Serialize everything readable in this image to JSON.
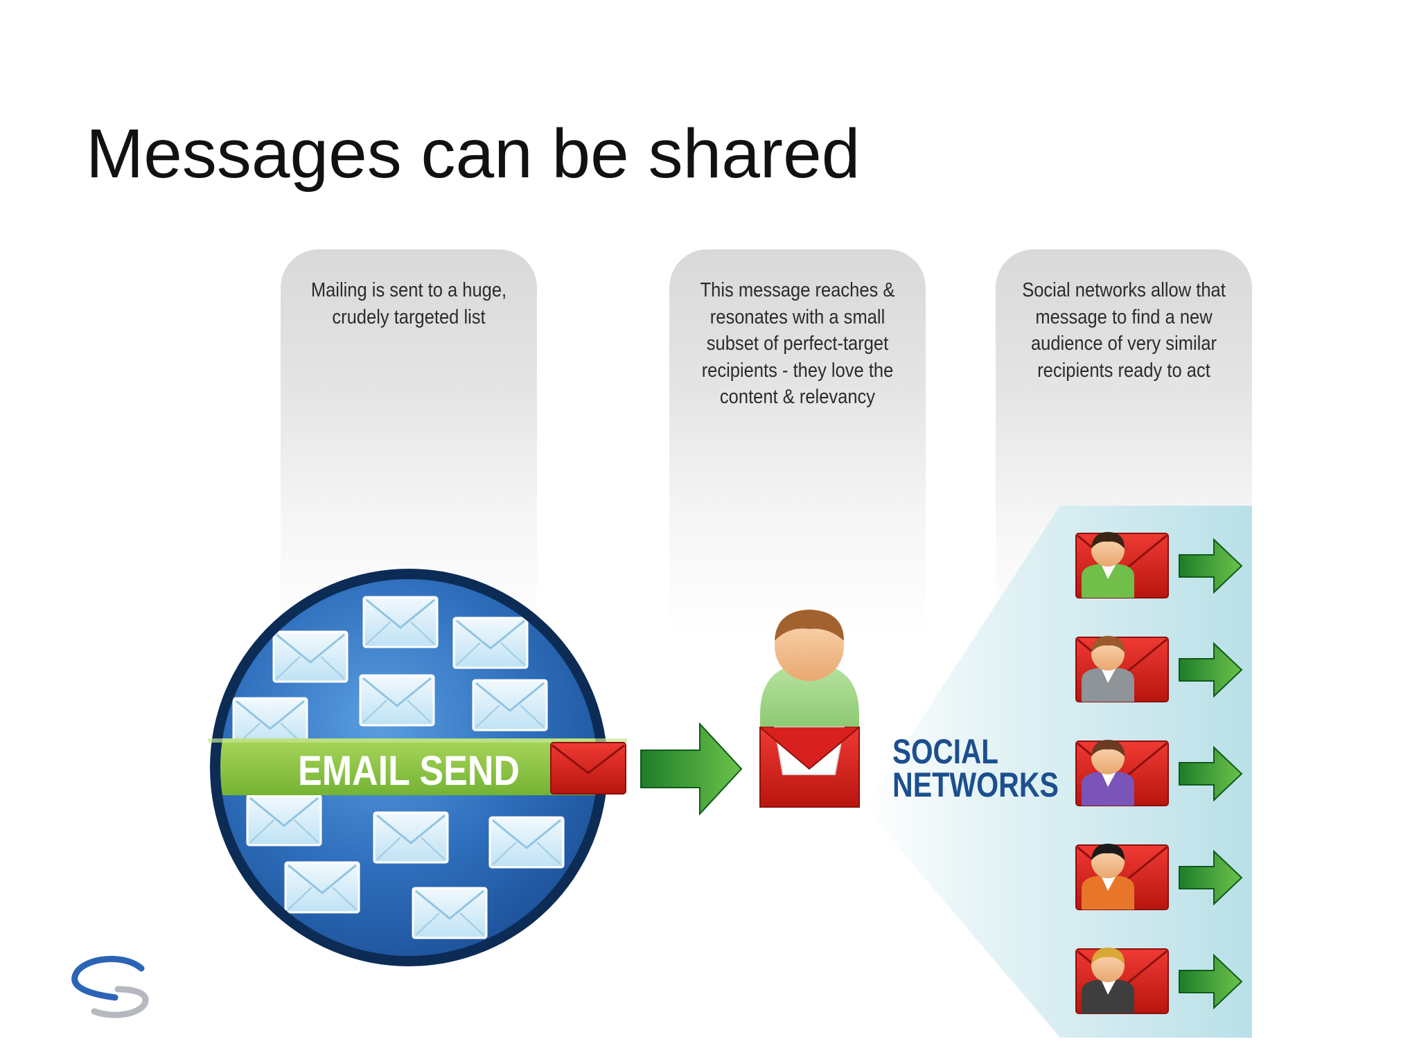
{
  "slide": {
    "title": "Messages can be shared"
  },
  "columns": [
    {
      "lines": [
        "Mailing is sent to a huge,",
        "crudely targeted list"
      ]
    },
    {
      "lines": [
        "This message reaches &",
        "resonates with a small",
        "subset of perfect-target",
        "recipients - they love the",
        "content & relevancy"
      ]
    },
    {
      "lines": [
        "Social networks allow that",
        "message to find a new",
        "audience of very similar",
        "recipients ready to act"
      ]
    }
  ],
  "globe": {
    "banner_label": "EMAIL SEND"
  },
  "social": {
    "label_line1": "SOCIAL",
    "label_line2": "NETWORKS"
  },
  "recipients": [
    {
      "role": "woman-green",
      "hair": "#3a2415",
      "shirt": "#6fbf4a"
    },
    {
      "role": "man-suit-blue-tie",
      "hair": "#9a5a2c",
      "shirt": "#8f9498"
    },
    {
      "role": "woman-purple",
      "hair": "#6b3b22",
      "shirt": "#7a54b8"
    },
    {
      "role": "woman-orange",
      "hair": "#1b1b1b",
      "shirt": "#e8762a"
    },
    {
      "role": "man-suit-green-tie",
      "hair": "#d8a735",
      "shirt": "#3e3e3e"
    }
  ],
  "colors": {
    "globe_blue": "#2f6fbd",
    "globe_ring": "#0c2c56",
    "banner_green": "#8cc63f",
    "envelope_red": "#d8211f",
    "arrow_green": "#2e9b3a",
    "social_blue": "#1d4f8f",
    "panel_cyan": "#bfe3ea"
  }
}
